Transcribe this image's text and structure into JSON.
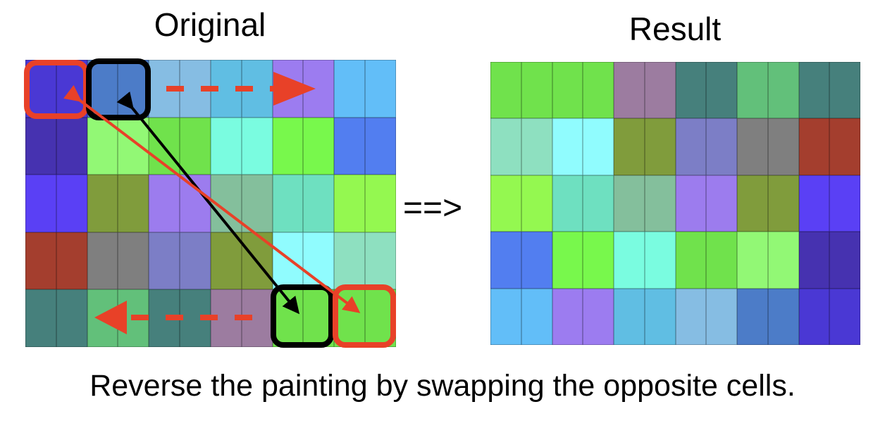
{
  "original_title": "Original",
  "result_title": "Result",
  "arrow_text": "==>",
  "caption": "Reverse the painting by swapping the opposite cells.",
  "annotation_colors": {
    "red": "#e84128",
    "black": "#000000"
  },
  "original_grid": [
    [
      "#4a38d4",
      "#4c7cc8",
      "#86bde3",
      "#60bee3",
      "#9c7cf0",
      "#62bef8"
    ],
    [
      "#4632b0",
      "#92f875",
      "#70e24c",
      "#7afce0",
      "#78f84c",
      "#527ef0"
    ],
    [
      "#5a40f5",
      "#809c3c",
      "#9c7cee",
      "#84bf9c",
      "#6ee0c0",
      "#94f850"
    ],
    [
      "#a43e2e",
      "#7f7f7f",
      "#7c7ec6",
      "#809c3c",
      "#90fcfe",
      "#8ee0c0"
    ],
    [
      "#46807c",
      "#62c07a",
      "#46807c",
      "#9c7ca0",
      "#70e24c",
      "#70e24c"
    ]
  ],
  "result_grid": [
    [
      "#70e24c",
      "#70e24c",
      "#9c7ca0",
      "#46807c",
      "#62c07a",
      "#46807c"
    ],
    [
      "#8ee0c0",
      "#90fcfe",
      "#809c3c",
      "#7c7ec6",
      "#7f7f7f",
      "#a43e2e"
    ],
    [
      "#94f850",
      "#6ee0c0",
      "#84bf9c",
      "#9c7cee",
      "#809c3c",
      "#5a40f5"
    ],
    [
      "#527ef0",
      "#78f84c",
      "#7afce0",
      "#70e24c",
      "#92f875",
      "#4632b0"
    ],
    [
      "#62bef8",
      "#9c7cf0",
      "#60bee3",
      "#86bde3",
      "#4c7cc8",
      "#4a38d4"
    ]
  ]
}
